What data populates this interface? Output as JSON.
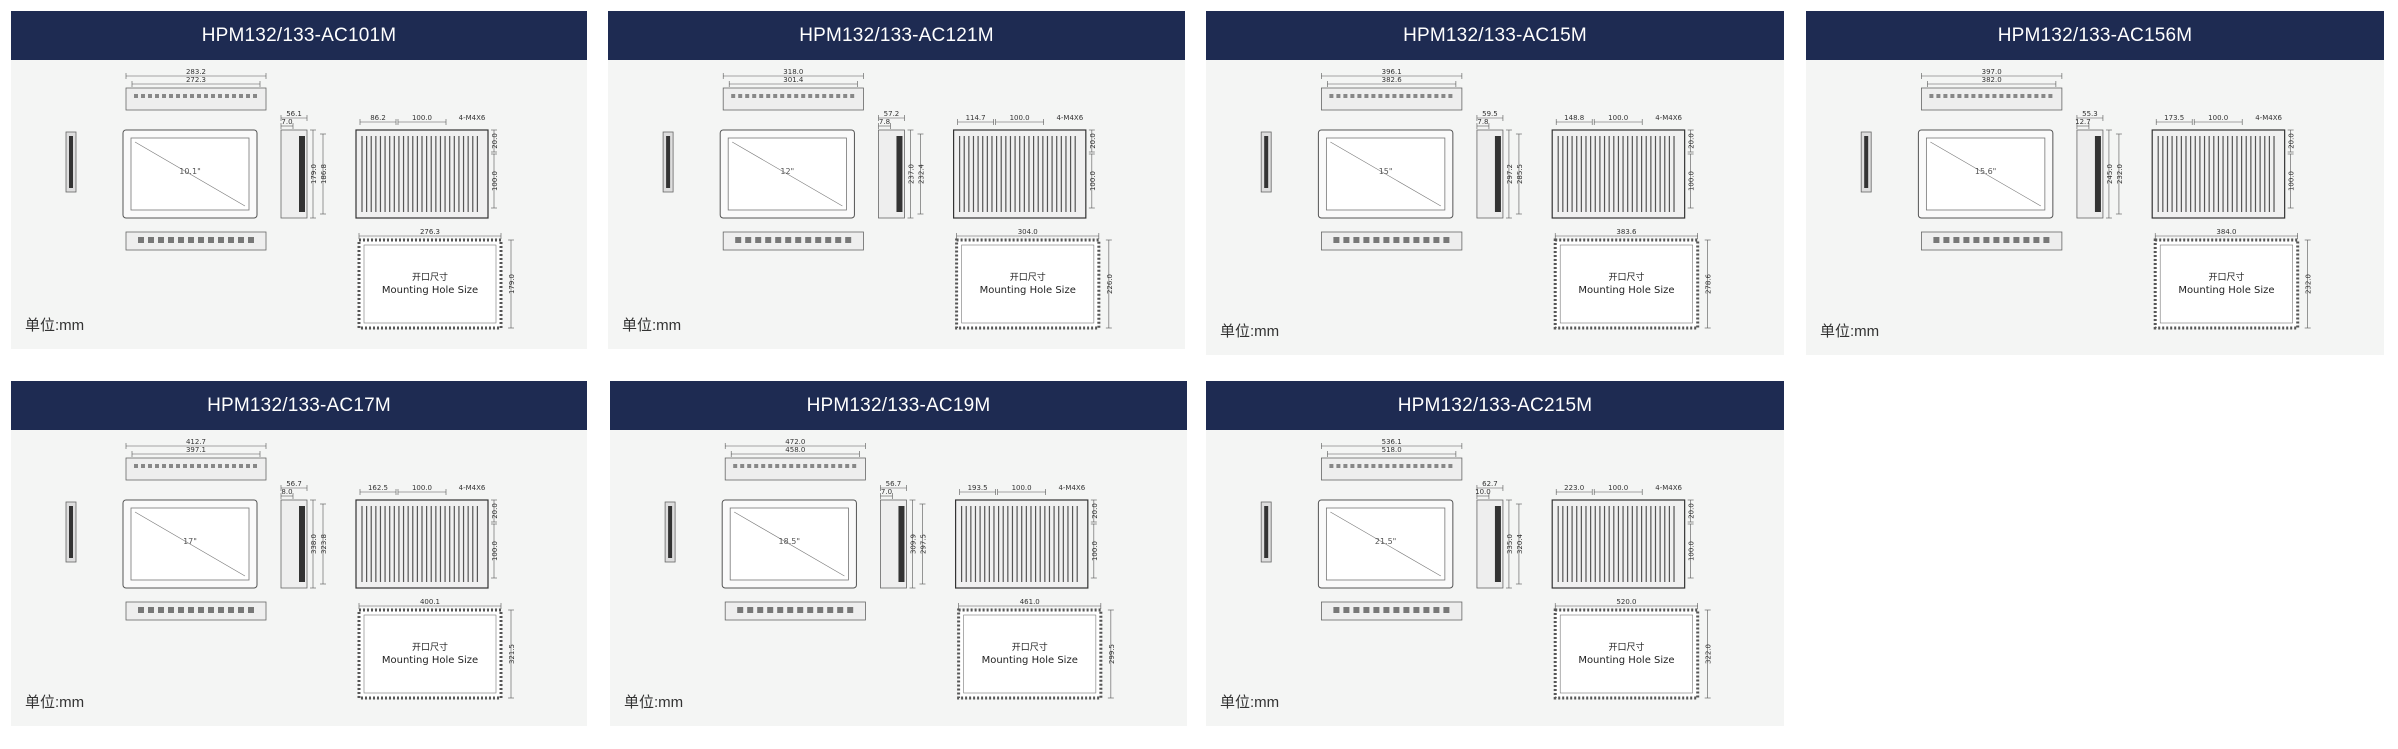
{
  "cards": [
    {
      "title": "HPM132/133-AC101M",
      "unit": "单位:mm",
      "diag": "10.1\"",
      "dims": {
        "w_outer": "283.2",
        "w_inner": "272.3",
        "depth_outer": "56.1",
        "depth_inner": "7.0",
        "h_outer": "179.0",
        "h_inner": "186.8",
        "vesa_a": "86.2",
        "vesa_b": "100.0",
        "screw": "4-M4X6",
        "vesa_c": "20.0",
        "vesa_d": "100.0",
        "hole_w": "276.3",
        "hole_h": "179.0"
      },
      "hole_cn": "开口尺寸",
      "hole_en": "Mounting Hole Size"
    },
    {
      "title": "HPM132/133-AC121M",
      "unit": "单位:mm",
      "diag": "12\"",
      "dims": {
        "w_outer": "318.0",
        "w_inner": "301.4",
        "depth_outer": "57.2",
        "depth_inner": "7.8",
        "h_outer": "237.0",
        "h_inner": "232.4",
        "vesa_a": "114.7",
        "vesa_b": "100.0",
        "screw": "4-M4X6",
        "vesa_c": "20.0",
        "vesa_d": "100.0",
        "hole_w": "304.0",
        "hole_h": "226.0"
      },
      "hole_cn": "开口尺寸",
      "hole_en": "Mounting Hole Size"
    },
    {
      "title": "HPM132/133-AC15M",
      "unit": "单位:mm",
      "diag": "15\"",
      "dims": {
        "w_outer": "396.1",
        "w_inner": "382.6",
        "depth_outer": "59.5",
        "depth_inner": "7.8",
        "h_outer": "297.2",
        "h_inner": "285.5",
        "vesa_a": "148.8",
        "vesa_b": "100.0",
        "screw": "4-M4X6",
        "vesa_c": "20.0",
        "vesa_d": "100.0",
        "hole_w": "383.6",
        "hole_h": "278.6"
      },
      "hole_cn": "开口尺寸",
      "hole_en": "Mounting Hole Size"
    },
    {
      "title": "HPM132/133-AC156M",
      "unit": "单位:mm",
      "diag": "15.6\"",
      "dims": {
        "w_outer": "397.0",
        "w_inner": "382.0",
        "depth_outer": "55.3",
        "depth_inner": "12.7",
        "h_outer": "245.0",
        "h_inner": "232.0",
        "vesa_a": "173.5",
        "vesa_b": "100.0",
        "screw": "4-M4X6",
        "vesa_c": "20.0",
        "vesa_d": "100.0",
        "hole_w": "384.0",
        "hole_h": "232.0"
      },
      "hole_cn": "开口尺寸",
      "hole_en": "Mounting Hole Size"
    },
    {
      "title": "HPM132/133-AC17M",
      "unit": "单位:mm",
      "diag": "17\"",
      "dims": {
        "w_outer": "412.7",
        "w_inner": "397.1",
        "depth_outer": "56.7",
        "depth_inner": "8.0",
        "h_outer": "338.0",
        "h_inner": "323.8",
        "vesa_a": "162.5",
        "vesa_b": "100.0",
        "screw": "4-M4X6",
        "vesa_c": "20.0",
        "vesa_d": "100.0",
        "hole_w": "400.1",
        "hole_h": "321.5"
      },
      "hole_cn": "开口尺寸",
      "hole_en": "Mounting Hole Size"
    },
    {
      "title": "HPM132/133-AC19M",
      "unit": "单位:mm",
      "diag": "18.5\"",
      "dims": {
        "w_outer": "472.0",
        "w_inner": "458.0",
        "depth_outer": "56.7",
        "depth_inner": "7.0",
        "h_outer": "309.9",
        "h_inner": "297.5",
        "vesa_a": "193.5",
        "vesa_b": "100.0",
        "screw": "4-M4X6",
        "vesa_c": "20.0",
        "vesa_d": "100.0",
        "hole_w": "461.0",
        "hole_h": "299.5"
      },
      "hole_cn": "开口尺寸",
      "hole_en": "Mounting Hole Size"
    },
    {
      "title": "HPM132/133-AC215M",
      "unit": "单位:mm",
      "diag": "21.5\"",
      "dims": {
        "w_outer": "536.1",
        "w_inner": "518.0",
        "depth_outer": "62.7",
        "depth_inner": "10.0",
        "h_outer": "335.0",
        "h_inner": "320.4",
        "vesa_a": "223.0",
        "vesa_b": "100.0",
        "screw": "4-M4X6",
        "vesa_c": "20.0",
        "vesa_d": "100.0",
        "hole_w": "520.0",
        "hole_h": "322.0"
      },
      "hole_cn": "开口尺寸",
      "hole_en": "Mounting Hole Size"
    }
  ]
}
